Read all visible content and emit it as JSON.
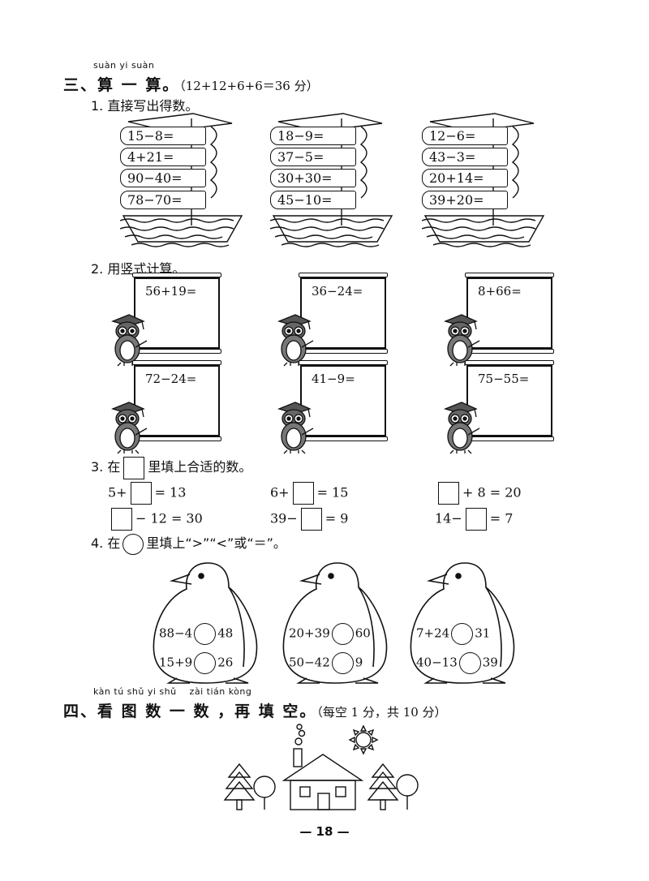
{
  "section3": {
    "pinyin": "suàn yi suàn",
    "number": "三、",
    "title": "算 一 算",
    "dot": "。",
    "score": "（12+12+6+6＝36 分）"
  },
  "q1": {
    "label": "1. 直接写出得数。",
    "boats": [
      [
        "15−8=",
        "4+21=",
        "90−40=",
        "78−70="
      ],
      [
        "18−9=",
        "37−5=",
        "30+30=",
        "45−10="
      ],
      [
        "12−6=",
        "43−3=",
        "20+14=",
        "39+20="
      ]
    ]
  },
  "q2": {
    "label": "2. 用竖式计算。",
    "boards": [
      "56+19=",
      "36−24=",
      "8+66=",
      "72−24=",
      "41−9=",
      "75−55="
    ]
  },
  "q3": {
    "label_pre": "3. 在",
    "label_post": "里填上合适的数。",
    "rows": [
      {
        "a": "5+",
        "b": "= 13"
      },
      {
        "a": "6+",
        "b": "= 15"
      },
      {
        "a": "",
        "b": "+ 8 = 20"
      },
      {
        "a": "",
        "b": "− 12 = 30"
      },
      {
        "a": "39−",
        "b": "= 9"
      },
      {
        "a": "14−",
        "b": "= 7"
      }
    ]
  },
  "q4": {
    "label_pre": "4. 在",
    "label_post": "里填上“>”“<”或“＝”。",
    "penguins": [
      [
        {
          "l": "88−4",
          "r": "48"
        },
        {
          "l": "15+9",
          "r": "26"
        }
      ],
      [
        {
          "l": "20+39",
          "r": "60"
        },
        {
          "l": "50−42",
          "r": "9"
        }
      ],
      [
        {
          "l": "7+24",
          "r": "31"
        },
        {
          "l": "40−13",
          "r": "39"
        }
      ]
    ]
  },
  "section4": {
    "pinyin": "kàn tú shǔ yi shǔ    zài tián kòng",
    "number": "四、",
    "title": "看 图 数 一 数 ，再 填 空",
    "dot": "。",
    "score": "（每空 1 分，共 10 分）"
  },
  "page_number": "— 18 —"
}
